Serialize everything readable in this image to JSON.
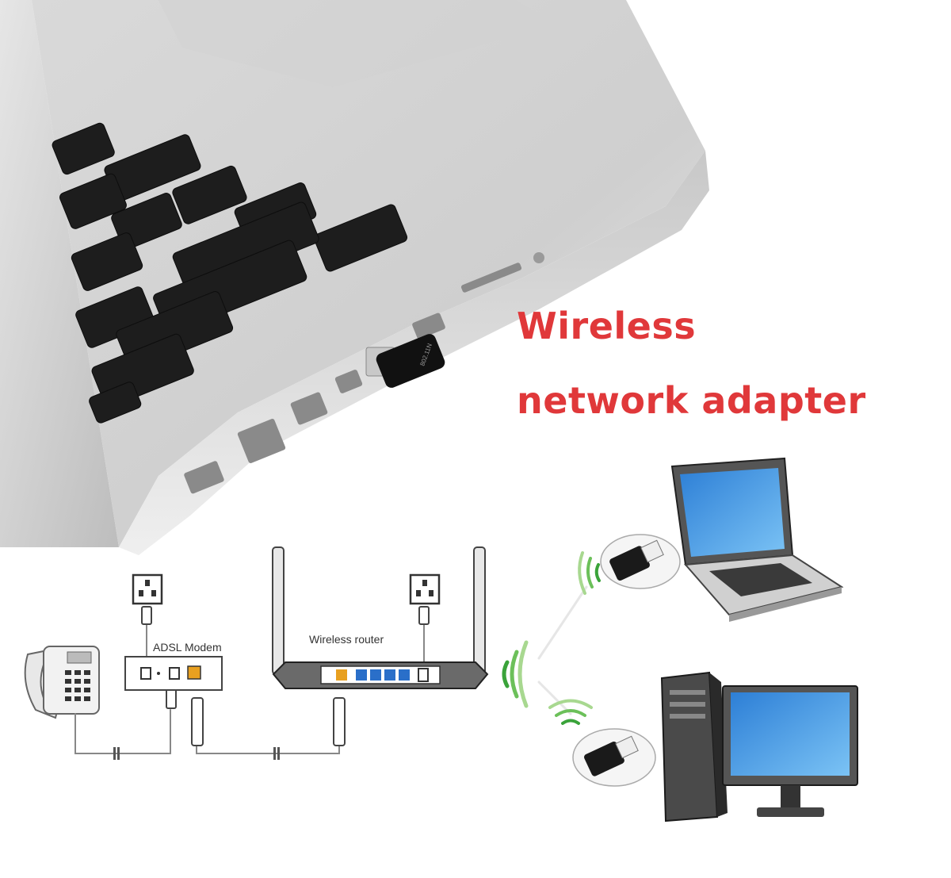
{
  "headline": {
    "line1": "Wireless",
    "line2": "network adapter"
  },
  "diagram": {
    "modem_label": "ADSL Modem",
    "router_label": "Wireless router",
    "adapter_marking": "802.11N"
  },
  "colors": {
    "headline": "#e0383a",
    "wifi_wave": "#3aa33a",
    "router_port_orange": "#e8a020",
    "router_port_blue": "#2a6fc9"
  }
}
